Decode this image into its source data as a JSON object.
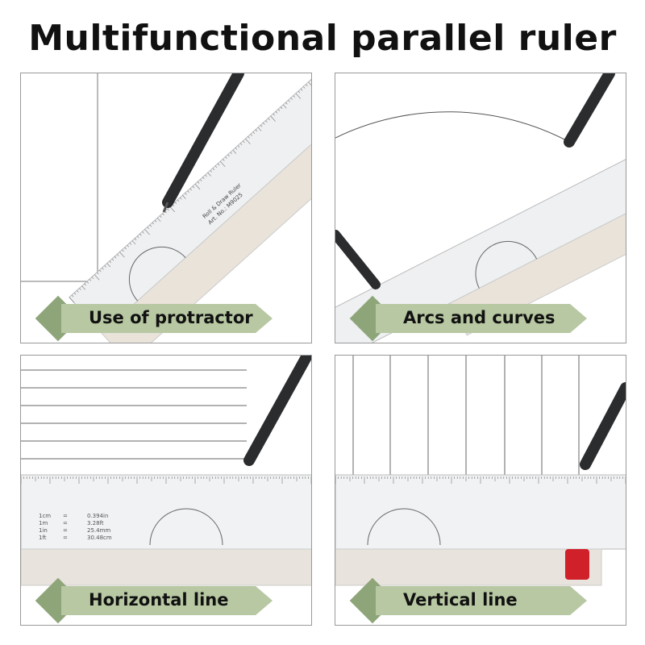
{
  "title": "Multifunctional parallel ruler",
  "panels": [
    {
      "label": "Use of protractor",
      "ruler_text": [
        "Roll & Draw Ruler",
        "Art. No.: M9025"
      ]
    },
    {
      "label": "Arcs and curves"
    },
    {
      "label": "Horizontal line",
      "conversions": [
        {
          "from": "1cm",
          "eq": "=",
          "to": "0.394in"
        },
        {
          "from": "1m",
          "eq": "=",
          "to": "3.28ft"
        },
        {
          "from": "1in",
          "eq": "=",
          "to": "25.4mm"
        },
        {
          "from": "1ft",
          "eq": "=",
          "to": "30.48cm"
        }
      ]
    },
    {
      "label": "Vertical line"
    }
  ],
  "colors": {
    "banner": "#b7c8a2",
    "diamond": "#8ea579",
    "pen": "#2a2c2e",
    "cap": "#d0202a"
  }
}
